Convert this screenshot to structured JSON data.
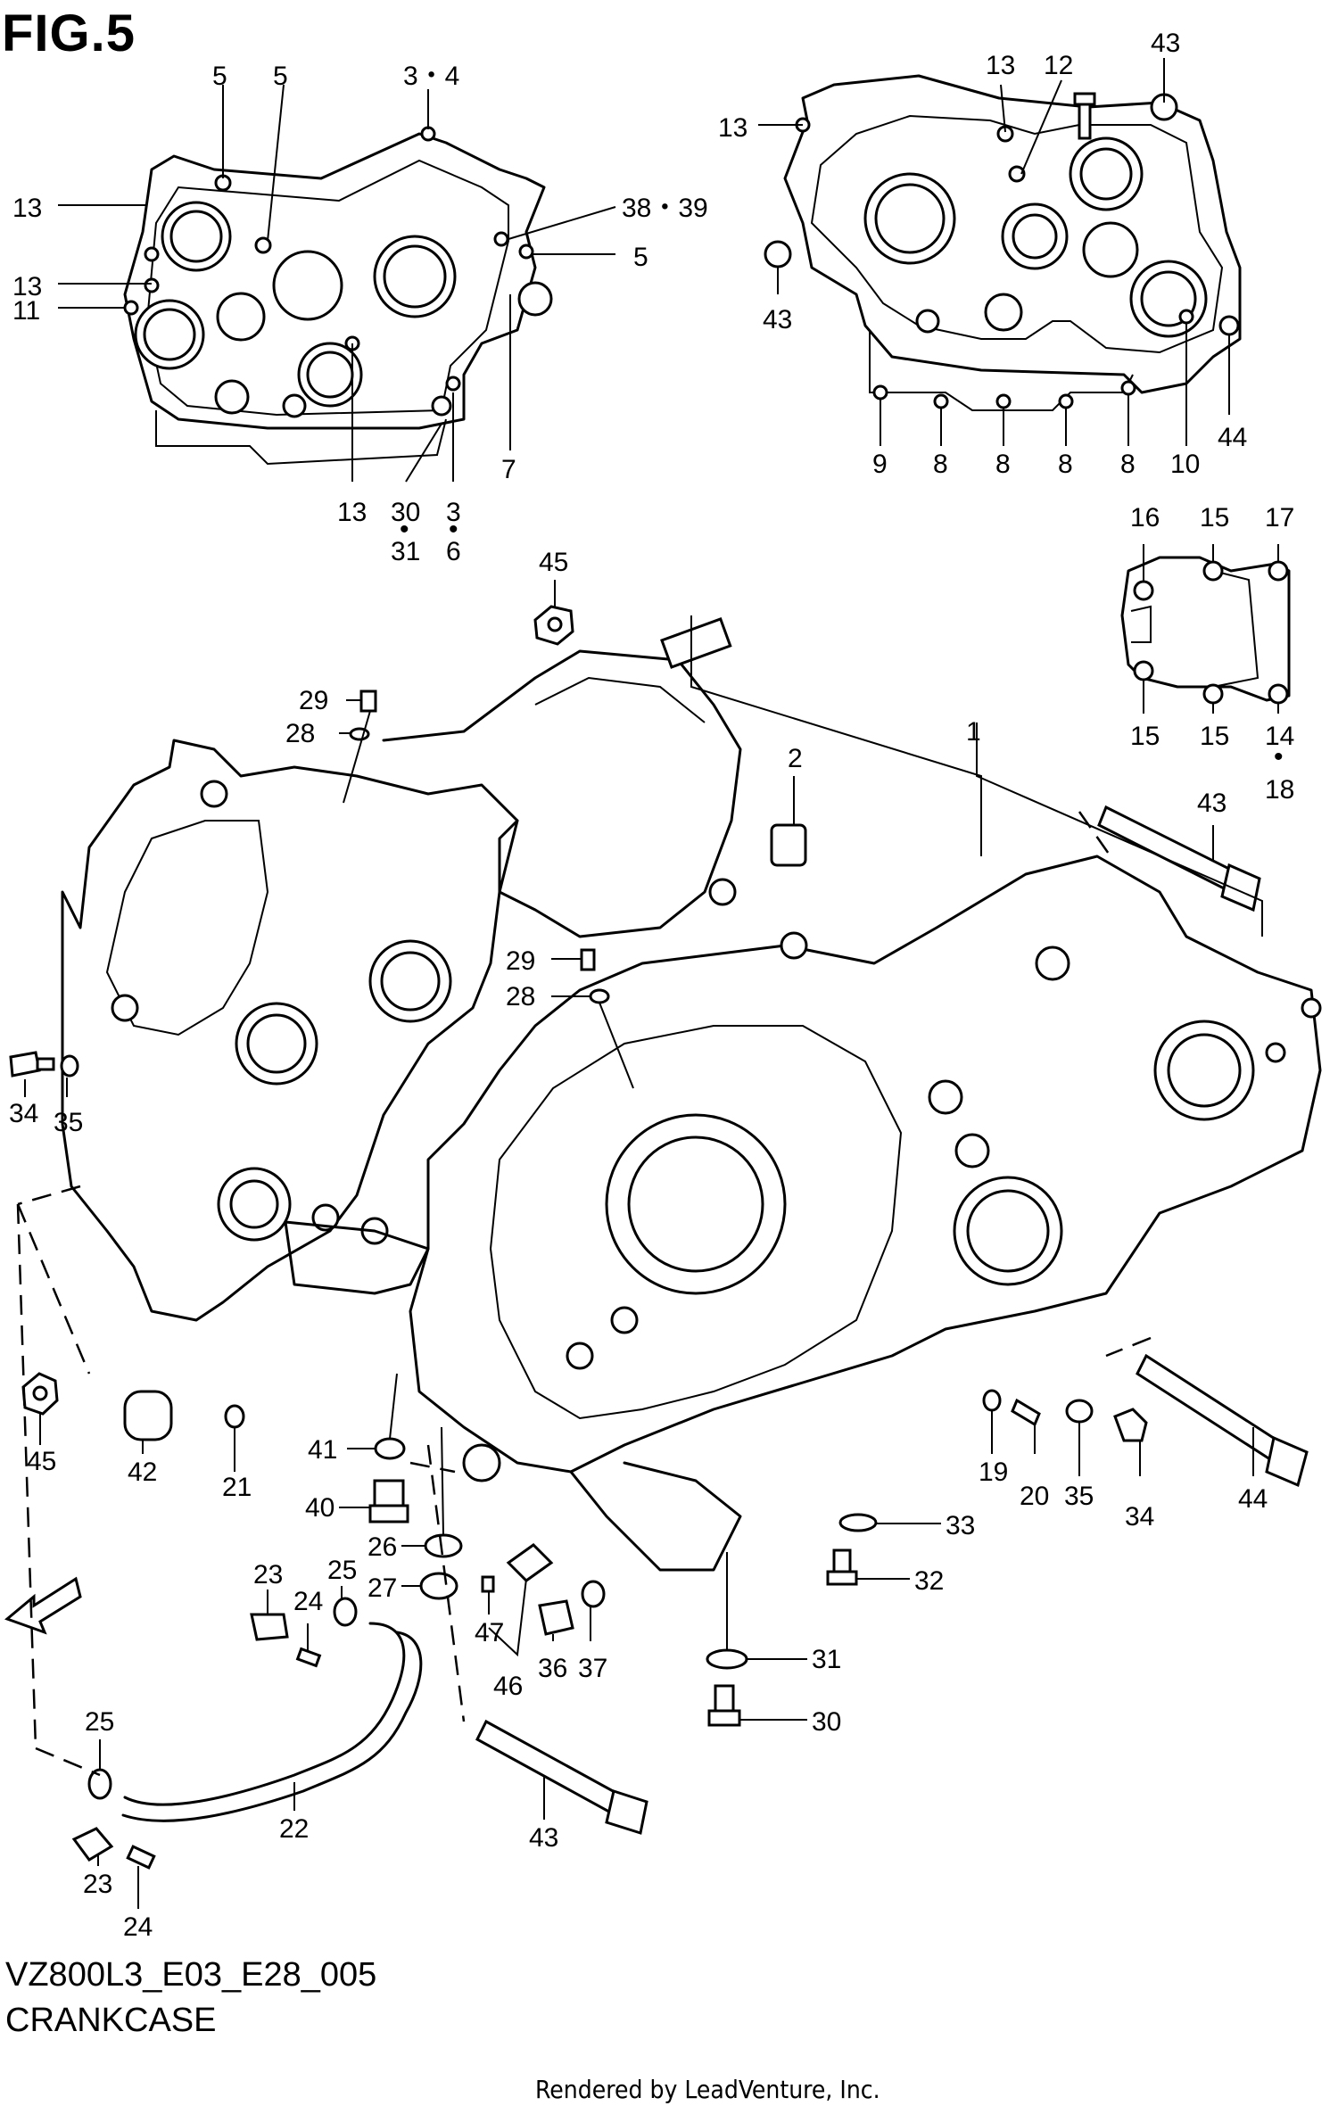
{
  "figure": {
    "title": "FIG.5",
    "model_code": "VZ800L3_E03_E28_005",
    "name": "CRANKCASE",
    "credit": "Rendered by LeadVenture, Inc.",
    "fwd_label": "FWD"
  },
  "callouts": [
    {
      "id": "c1",
      "text": "5"
    },
    {
      "id": "c2",
      "text": "5"
    },
    {
      "id": "c3",
      "text": "3・4"
    },
    {
      "id": "c4",
      "text": "13"
    },
    {
      "id": "c5",
      "text": "38・39"
    },
    {
      "id": "c6",
      "text": "5"
    },
    {
      "id": "c7",
      "text": "13"
    },
    {
      "id": "c8",
      "text": "11"
    },
    {
      "id": "c9",
      "text": "7"
    },
    {
      "id": "c10",
      "text": "13"
    },
    {
      "id": "c11",
      "text": "30"
    },
    {
      "id": "c12",
      "text": "•"
    },
    {
      "id": "c13",
      "text": "31"
    },
    {
      "id": "c14",
      "text": "3"
    },
    {
      "id": "c15",
      "text": "•"
    },
    {
      "id": "c16",
      "text": "6"
    },
    {
      "id": "c17",
      "text": "13"
    },
    {
      "id": "c18",
      "text": "12"
    },
    {
      "id": "c19",
      "text": "43"
    },
    {
      "id": "c20",
      "text": "13"
    },
    {
      "id": "c21",
      "text": "43"
    },
    {
      "id": "c22",
      "text": "44"
    },
    {
      "id": "c23",
      "text": "9"
    },
    {
      "id": "c24",
      "text": "8"
    },
    {
      "id": "c25",
      "text": "8"
    },
    {
      "id": "c26",
      "text": "8"
    },
    {
      "id": "c27",
      "text": "8"
    },
    {
      "id": "c28",
      "text": "10"
    },
    {
      "id": "c29",
      "text": "16"
    },
    {
      "id": "c30",
      "text": "15"
    },
    {
      "id": "c31",
      "text": "17"
    },
    {
      "id": "c32",
      "text": "15"
    },
    {
      "id": "c33",
      "text": "15"
    },
    {
      "id": "c34",
      "text": "14"
    },
    {
      "id": "c35",
      "text": "•"
    },
    {
      "id": "c36",
      "text": "18"
    },
    {
      "id": "c37",
      "text": "45"
    },
    {
      "id": "c38",
      "text": "29"
    },
    {
      "id": "c39",
      "text": "28"
    },
    {
      "id": "c40",
      "text": "2"
    },
    {
      "id": "c41",
      "text": "1"
    },
    {
      "id": "c42",
      "text": "43"
    },
    {
      "id": "c43",
      "text": "29"
    },
    {
      "id": "c44",
      "text": "28"
    },
    {
      "id": "c45",
      "text": "34"
    },
    {
      "id": "c46",
      "text": "35"
    },
    {
      "id": "c47",
      "text": "45"
    },
    {
      "id": "c48",
      "text": "42"
    },
    {
      "id": "c49",
      "text": "21"
    },
    {
      "id": "c50",
      "text": "41"
    },
    {
      "id": "c51",
      "text": "19"
    },
    {
      "id": "c52",
      "text": "20"
    },
    {
      "id": "c53",
      "text": "35"
    },
    {
      "id": "c54",
      "text": "34"
    },
    {
      "id": "c55",
      "text": "44"
    },
    {
      "id": "c56",
      "text": "40"
    },
    {
      "id": "c57",
      "text": "26"
    },
    {
      "id": "c58",
      "text": "33"
    },
    {
      "id": "c59",
      "text": "32"
    },
    {
      "id": "c60",
      "text": "27"
    },
    {
      "id": "c61",
      "text": "23"
    },
    {
      "id": "c62",
      "text": "25"
    },
    {
      "id": "c63",
      "text": "24"
    },
    {
      "id": "c64",
      "text": "47"
    },
    {
      "id": "c65",
      "text": "36"
    },
    {
      "id": "c66",
      "text": "37"
    },
    {
      "id": "c67",
      "text": "46"
    },
    {
      "id": "c68",
      "text": "31"
    },
    {
      "id": "c69",
      "text": "30"
    },
    {
      "id": "c70",
      "text": "25"
    },
    {
      "id": "c71",
      "text": "22"
    },
    {
      "id": "c72",
      "text": "43"
    },
    {
      "id": "c73",
      "text": "23"
    },
    {
      "id": "c74",
      "text": "24"
    }
  ]
}
